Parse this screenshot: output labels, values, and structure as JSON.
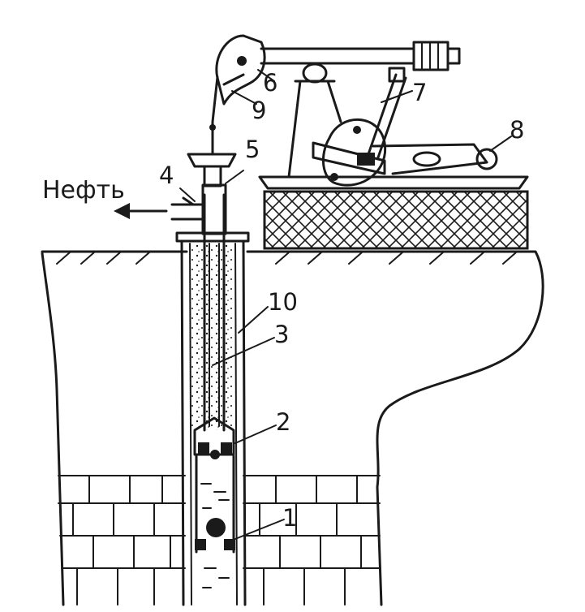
{
  "diagram": {
    "flow_label": "Нефть",
    "callouts": {
      "c1": "1",
      "c2": "2",
      "c3": "3",
      "c4": "4",
      "c5": "5",
      "c6": "6",
      "c7": "7",
      "c8": "8",
      "c9": "9",
      "c10": "10"
    }
  }
}
